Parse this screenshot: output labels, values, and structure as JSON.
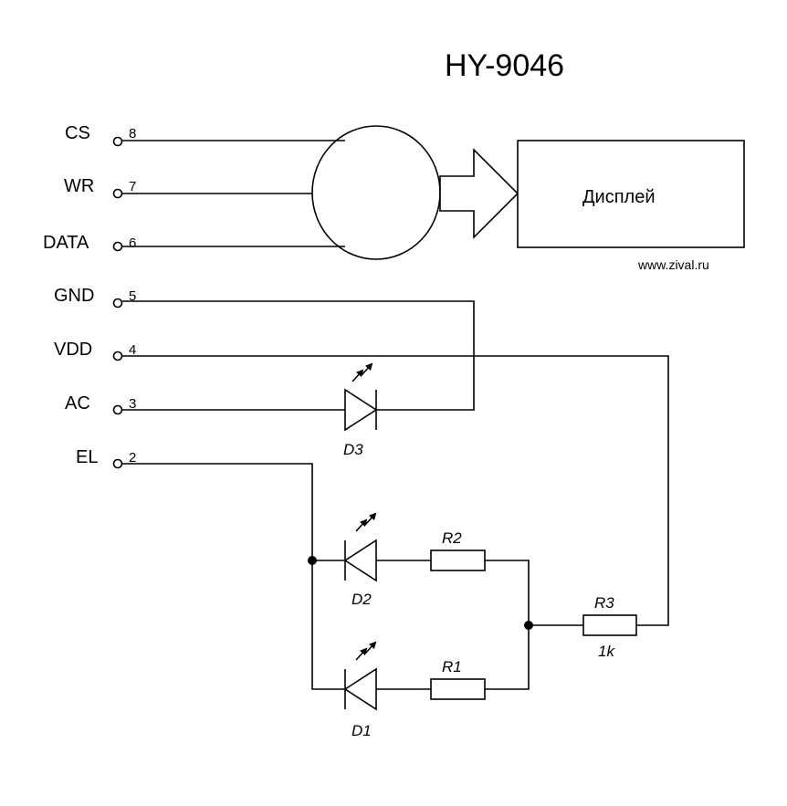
{
  "title": "HY-9046",
  "display_label": "Дисплей",
  "website": "www.zival.ru",
  "pins": [
    {
      "name": "CS",
      "number": "8"
    },
    {
      "name": "WR",
      "number": "7"
    },
    {
      "name": "DATA",
      "number": "6"
    },
    {
      "name": "GND",
      "number": "5"
    },
    {
      "name": "VDD",
      "number": "4"
    },
    {
      "name": "AC",
      "number": "3"
    },
    {
      "name": "EL",
      "number": "2"
    }
  ],
  "components": {
    "d1": "D1",
    "d2": "D2",
    "d3": "D3",
    "r1": "R1",
    "r2": "R2",
    "r3": "R3",
    "r3_value": "1k"
  }
}
